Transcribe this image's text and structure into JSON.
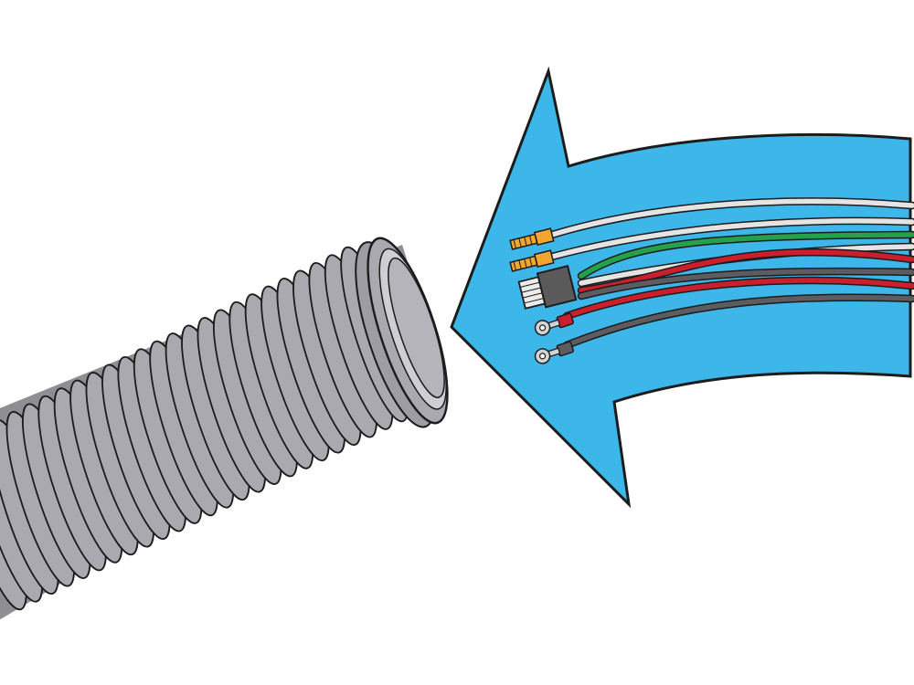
{
  "illustration": {
    "tube_rings": 24,
    "colors": {
      "background": "#ffffff",
      "outline": "#1c1c1c",
      "arrow_fill": "#3db7ea",
      "tube_fill": "#a9a9af",
      "tube_inner": "#b5b4ba",
      "wire_white": "#e4e4e4",
      "wire_green": "#25a04b",
      "wire_red": "#cc1f2e",
      "wire_gray": "#5d5d61",
      "pin_gold": "#f2a530",
      "connector_dark": "#5a5a5a",
      "connector_pins": "#ececec",
      "ring_terminal": "#d3d3d6"
    },
    "wires": [
      {
        "name": "white-wire-1",
        "color": "wire_white"
      },
      {
        "name": "white-wire-2",
        "color": "wire_white"
      },
      {
        "name": "green-wire",
        "color": "wire_green"
      },
      {
        "name": "white-wire-3",
        "color": "wire_white"
      },
      {
        "name": "red-wire-1",
        "color": "wire_red"
      },
      {
        "name": "gray-wire-1",
        "color": "wire_gray"
      },
      {
        "name": "red-wire-2",
        "color": "wire_red"
      },
      {
        "name": "gray-wire-2",
        "color": "wire_gray"
      }
    ]
  }
}
